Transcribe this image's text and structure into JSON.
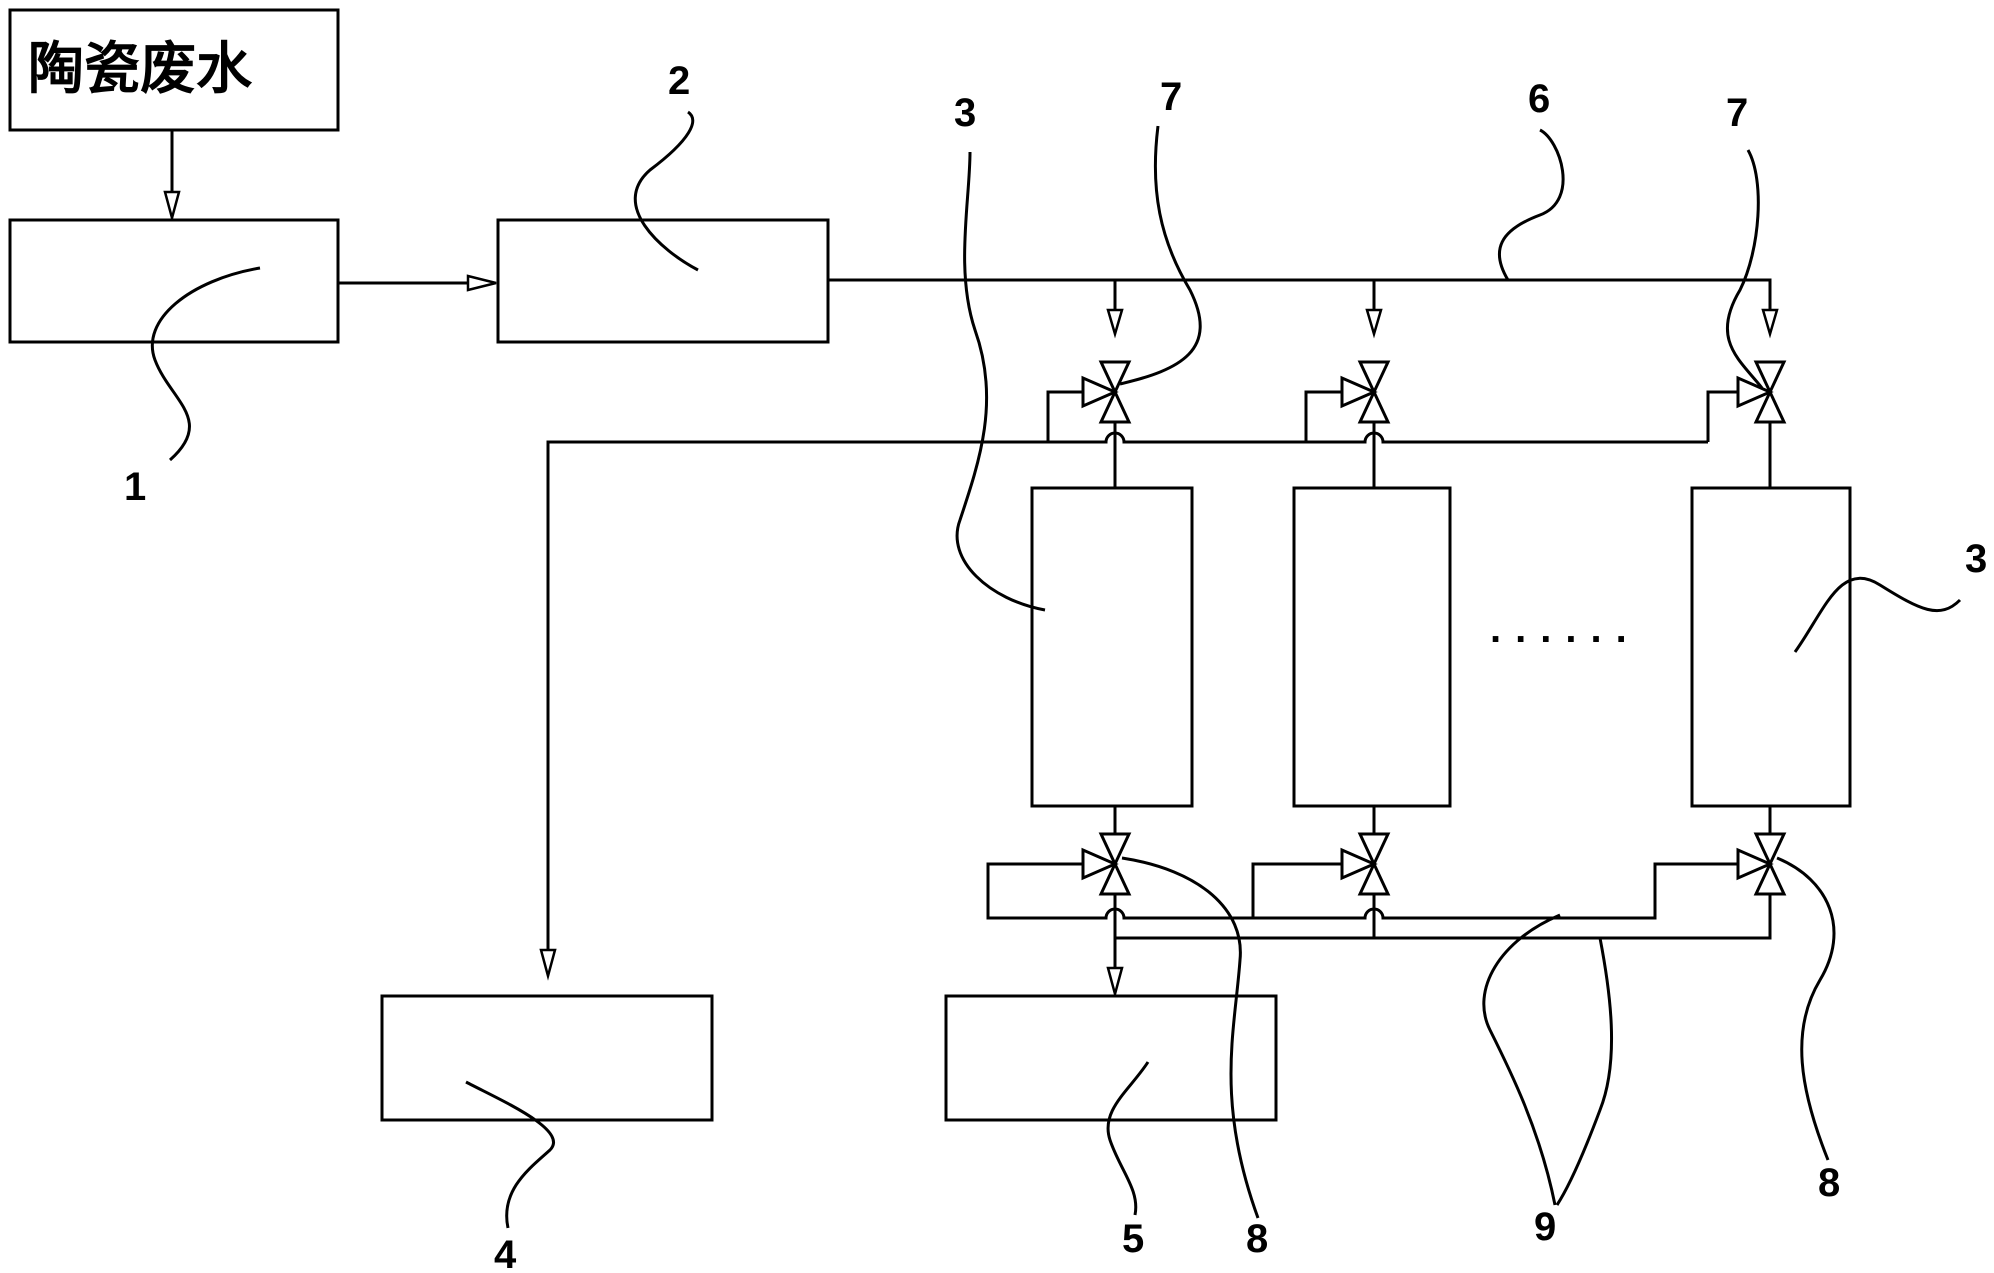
{
  "diagram": {
    "title": "陶瓷废水",
    "labels": {
      "l1": "1",
      "l2": "2",
      "l3a": "3",
      "l3b": "3",
      "l4": "4",
      "l5": "5",
      "l6": "6",
      "l7a": "7",
      "l7b": "7",
      "l8a": "8",
      "l8b": "8",
      "l9": "9"
    },
    "ellipsis": "......"
  }
}
